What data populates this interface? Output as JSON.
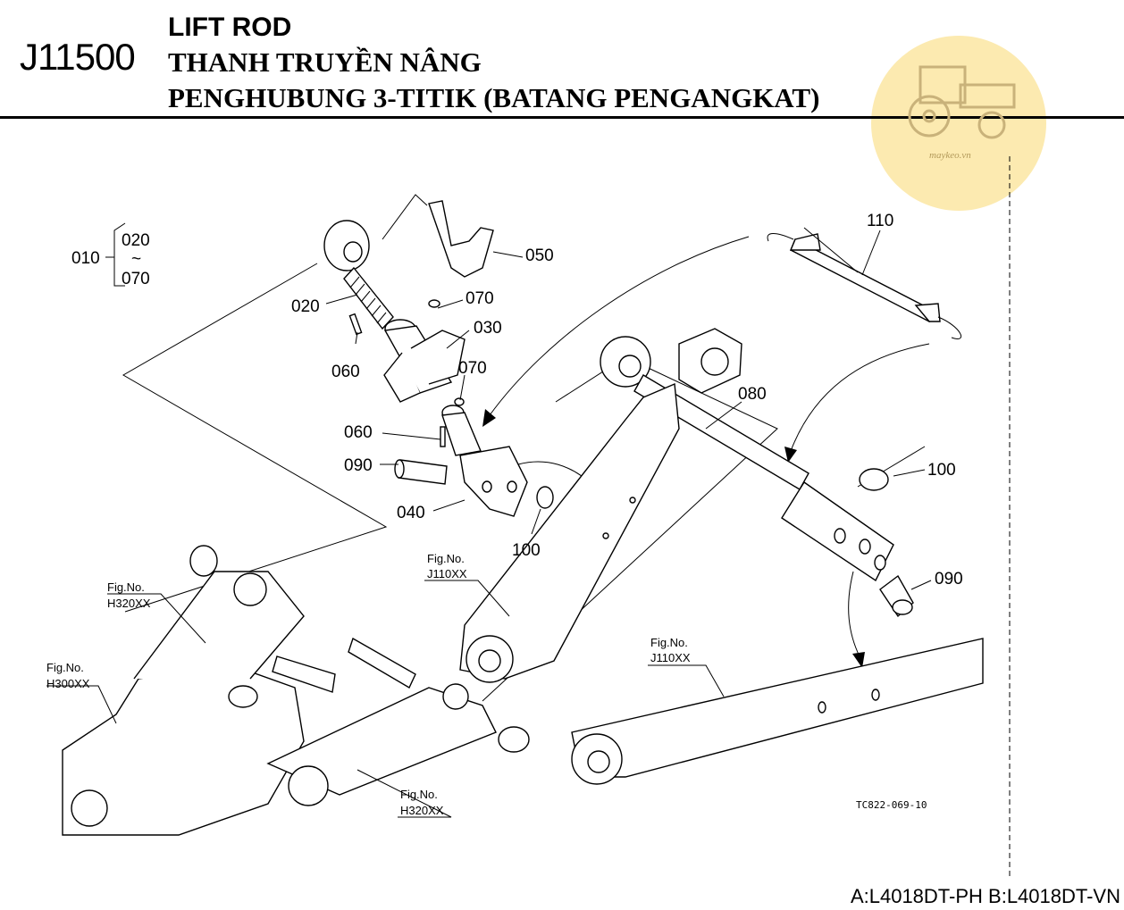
{
  "header": {
    "code": "J11500",
    "title_en": "LIFT ROD",
    "title_vn": "THANH TRUYỀN NÂNG",
    "title_id": "PENGHUBUNG 3-TITIK (BATANG PENGANGKAT)"
  },
  "group": {
    "label": "010",
    "from": "020",
    "tilde": "~",
    "to": "070"
  },
  "parts": {
    "p020": "020",
    "p030": "030",
    "p040": "040",
    "p050": "050",
    "p060a": "060",
    "p060b": "060",
    "p070a": "070",
    "p070b": "070",
    "p080": "080",
    "p090a": "090",
    "p090b": "090",
    "p100a": "100",
    "p100b": "100",
    "p110": "110"
  },
  "fig_refs": {
    "fig_label": "Fig.No.",
    "j110_a": "J110XX",
    "j110_b": "J110XX",
    "h320_a": "H320XX",
    "h300": "H300XX",
    "h320_b": "H320XX"
  },
  "drawing_code": "TC822-069-10",
  "footer": "A:L4018DT-PH B:L4018DT-VN",
  "watermark": {
    "text": "maykeo.vn",
    "color": "#fbe6a2"
  }
}
